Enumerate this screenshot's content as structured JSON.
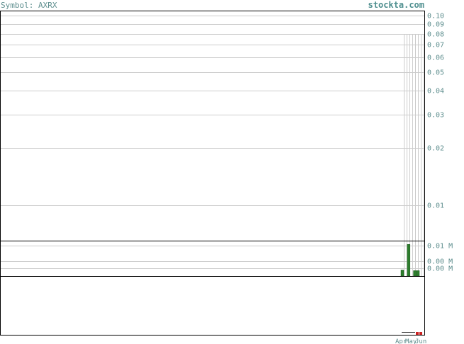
{
  "header": {
    "symbol_label": "Symbol: AXRX",
    "site": "stockta.com"
  },
  "colors": {
    "volume_bar": "#2d7d2d",
    "down_bar": "#cc2222",
    "label": "#5f8f8f",
    "grid": "#cccccc"
  },
  "chart_data": [
    {
      "type": "line",
      "panel": "price",
      "y_scale": "log",
      "ylim": [
        0.0065,
        0.105
      ],
      "y_ticks": [
        {
          "value": 0.1,
          "label": "0.10"
        },
        {
          "value": 0.09,
          "label": "0.09"
        },
        {
          "value": 0.08,
          "label": "0.08"
        },
        {
          "value": 0.07,
          "label": "0.07"
        },
        {
          "value": 0.06,
          "label": "0.06"
        },
        {
          "value": 0.05,
          "label": "0.05"
        },
        {
          "value": 0.04,
          "label": "0.04"
        },
        {
          "value": 0.03,
          "label": "0.03"
        },
        {
          "value": 0.02,
          "label": "0.02"
        },
        {
          "value": 0.01,
          "label": "0.01"
        }
      ],
      "grid": true
    },
    {
      "type": "bar",
      "panel": "volume",
      "y_ticks": [
        {
          "value": 0.01,
          "label": "0.01 M"
        },
        {
          "value": 0.005,
          "label": "0.00 M"
        },
        {
          "value": 0.0025,
          "label": "0.00 M"
        }
      ],
      "ylim": [
        0,
        0.0115
      ],
      "values": [
        0.002,
        0,
        0.0105,
        0,
        0.0018,
        0.0018
      ],
      "grid": true
    },
    {
      "type": "bar",
      "panel": "indicator",
      "x_ticks": [
        "Apr",
        "May",
        "Jun"
      ],
      "down_values": [
        1,
        1
      ]
    }
  ]
}
